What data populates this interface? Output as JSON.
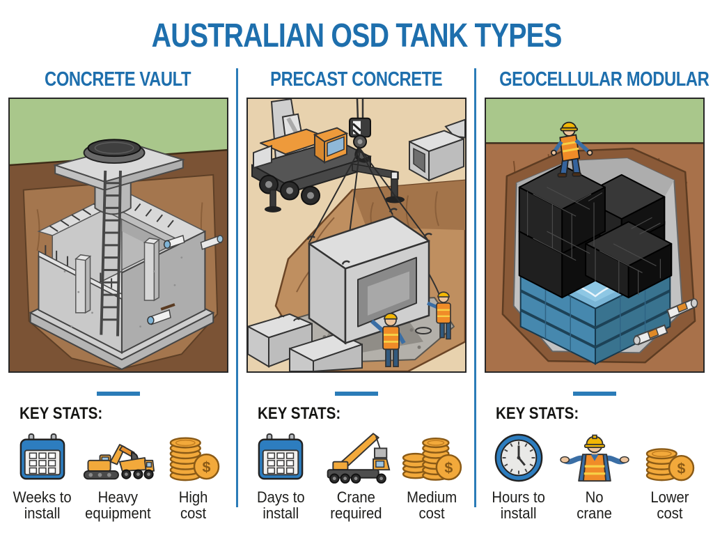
{
  "title": "AUSTRALIAN OSD TANK TYPES",
  "glyphs": {
    "dollar": "$"
  },
  "colors": {
    "accent_blue": "#1e6fad",
    "divider_blue": "#2b7cb8",
    "text_dark": "#1d1d1b",
    "machine_orange": "#f2a93b",
    "coin_orange": "#f2a93b",
    "water_blue": "#4688ae"
  },
  "columns": [
    {
      "header": "CONCRETE VAULT",
      "key_stats_label": "KEY STATS:",
      "stats": [
        {
          "icon": "calendar-icon",
          "label": "Weeks to\ninstall"
        },
        {
          "icon": "excavator-dump-truck-icon",
          "label": "Heavy\nequipment"
        },
        {
          "icon": "coin-stack-icon",
          "label": "High\ncost"
        }
      ]
    },
    {
      "header": "PRECAST CONCRETE",
      "key_stats_label": "KEY STATS:",
      "stats": [
        {
          "icon": "calendar-icon",
          "label": "Days to\ninstall"
        },
        {
          "icon": "mobile-crane-icon",
          "label": "Crane\nrequired"
        },
        {
          "icon": "coin-stacks-icon",
          "label": "Medium\ncost"
        }
      ]
    },
    {
      "header": "GEOCELLULAR MODULAR",
      "key_stats_label": "KEY STATS:",
      "stats": [
        {
          "icon": "clock-icon",
          "label": "Hours to\ninstall"
        },
        {
          "icon": "shrugging-worker-icon",
          "label": "No\ncrane"
        },
        {
          "icon": "coin-stack-icon",
          "label": "Lower\ncost"
        }
      ]
    }
  ]
}
